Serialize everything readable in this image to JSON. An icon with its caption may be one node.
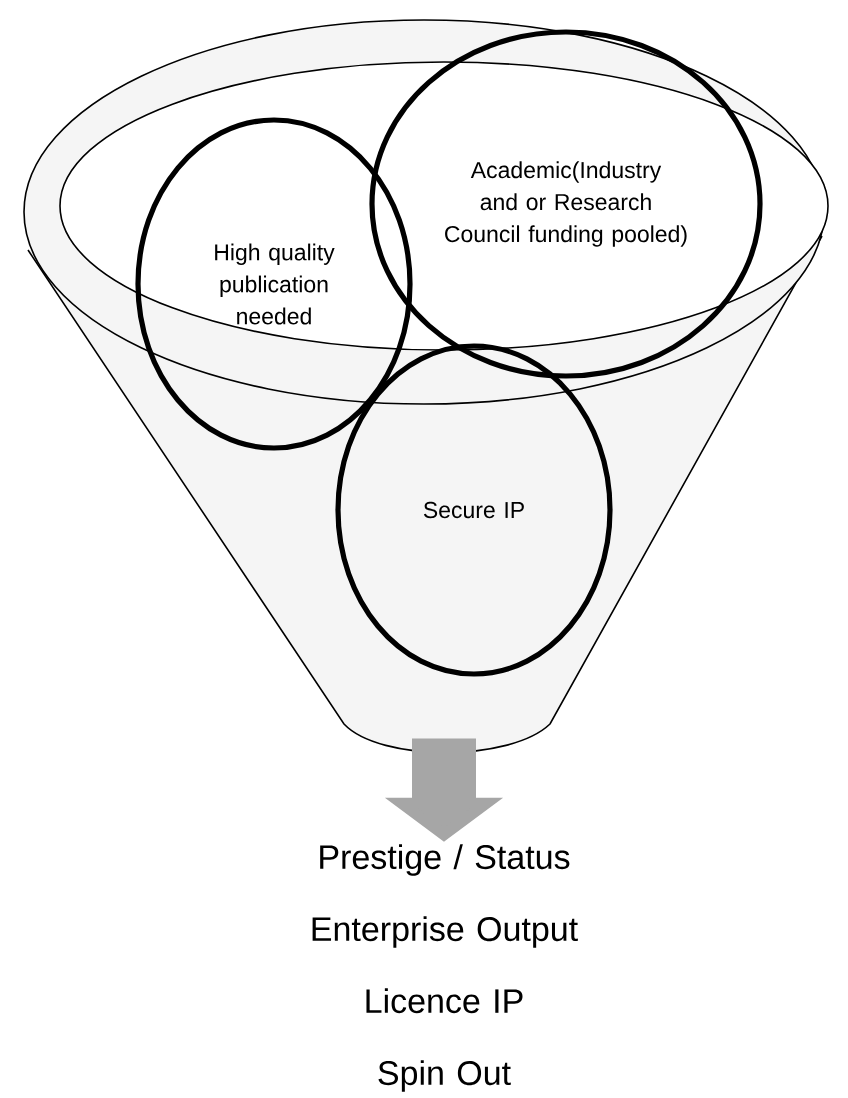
{
  "diagram": {
    "nodes": [
      {
        "text": [],
        "shape": "funnel"
      },
      {
        "text": [
          "High quality publication needed"
        ]
      },
      {
        "text": [
          "Academic(Industry and or Research Council funding pooled)"
        ]
      },
      {
        "text": [
          "Secure IP"
        ],
        "in": 0
      },
      {
        "text": [
          "Prestige / Status",
          "Enterprise Output",
          "Licence IP",
          "Spin Out"
        ]
      }
    ],
    "edges": [
      {
        "from": 0,
        "to": 4,
        "arrow": "to"
      }
    ]
  }
}
